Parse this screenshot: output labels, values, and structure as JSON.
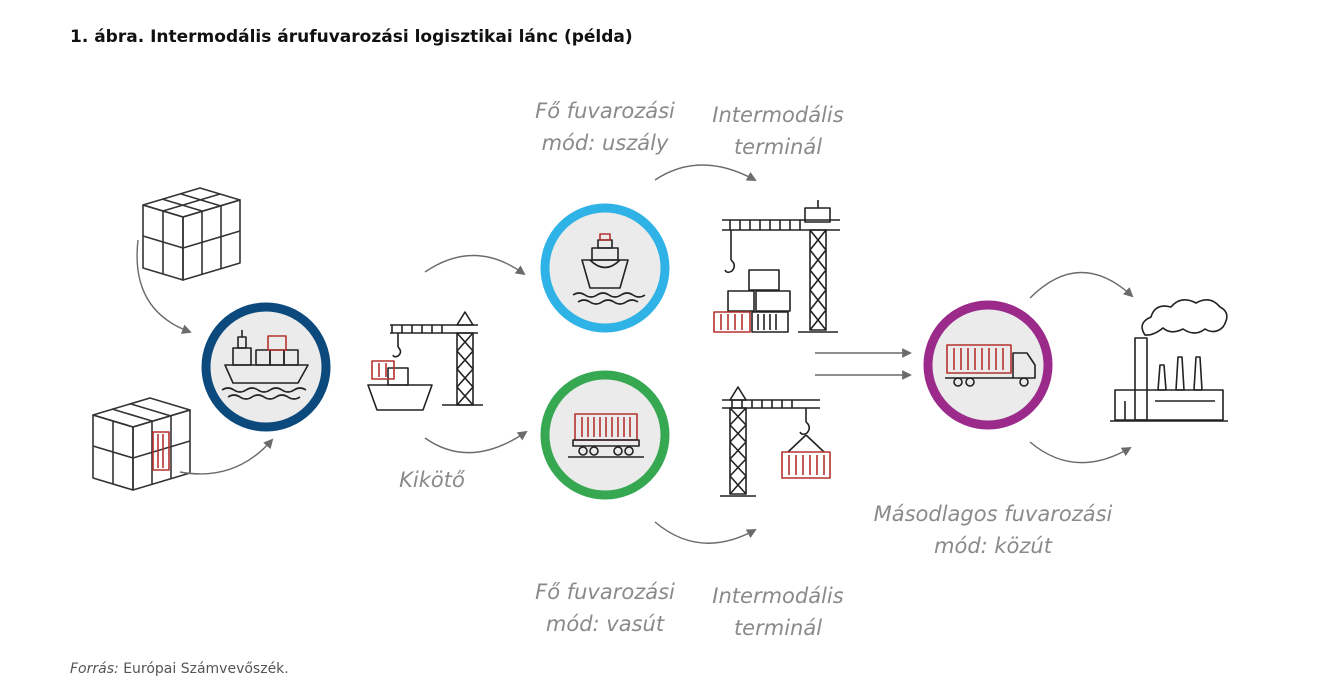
{
  "figure_title": "1. ábra. Intermodális árufuvarozási logisztikai lánc (példa)",
  "labels": {
    "port": "Kikötő",
    "barge_line1": "Fő fuvarozási",
    "barge_line2": "mód: uszály",
    "rail_line1": "Fő fuvarozási",
    "rail_line2": "mód: vasút",
    "terminal_top_line1": "Intermodális",
    "terminal_top_line2": "terminál",
    "terminal_bottom_line1": "Intermodális",
    "terminal_bottom_line2": "terminál",
    "road_line1": "Másodlagos fuvarozási",
    "road_line2": "mód: közút"
  },
  "source": {
    "prefix": "Forrás:",
    "text": "Európai Számvevőszék."
  },
  "colors": {
    "sea_ring": "#0c4a7d",
    "barge_ring": "#2fb3e6",
    "rail_ring": "#36a852",
    "road_ring": "#9b2a8a",
    "container_red": "#b5322e",
    "arrow_gray": "#6b6b6b",
    "label_gray": "#8a8a8a"
  },
  "icons": [
    "cargo-boxes-icon",
    "sea-ship-icon",
    "port-crane-icon",
    "barge-icon",
    "train-wagon-icon",
    "terminal-crane-icon",
    "truck-icon",
    "factory-icon"
  ]
}
